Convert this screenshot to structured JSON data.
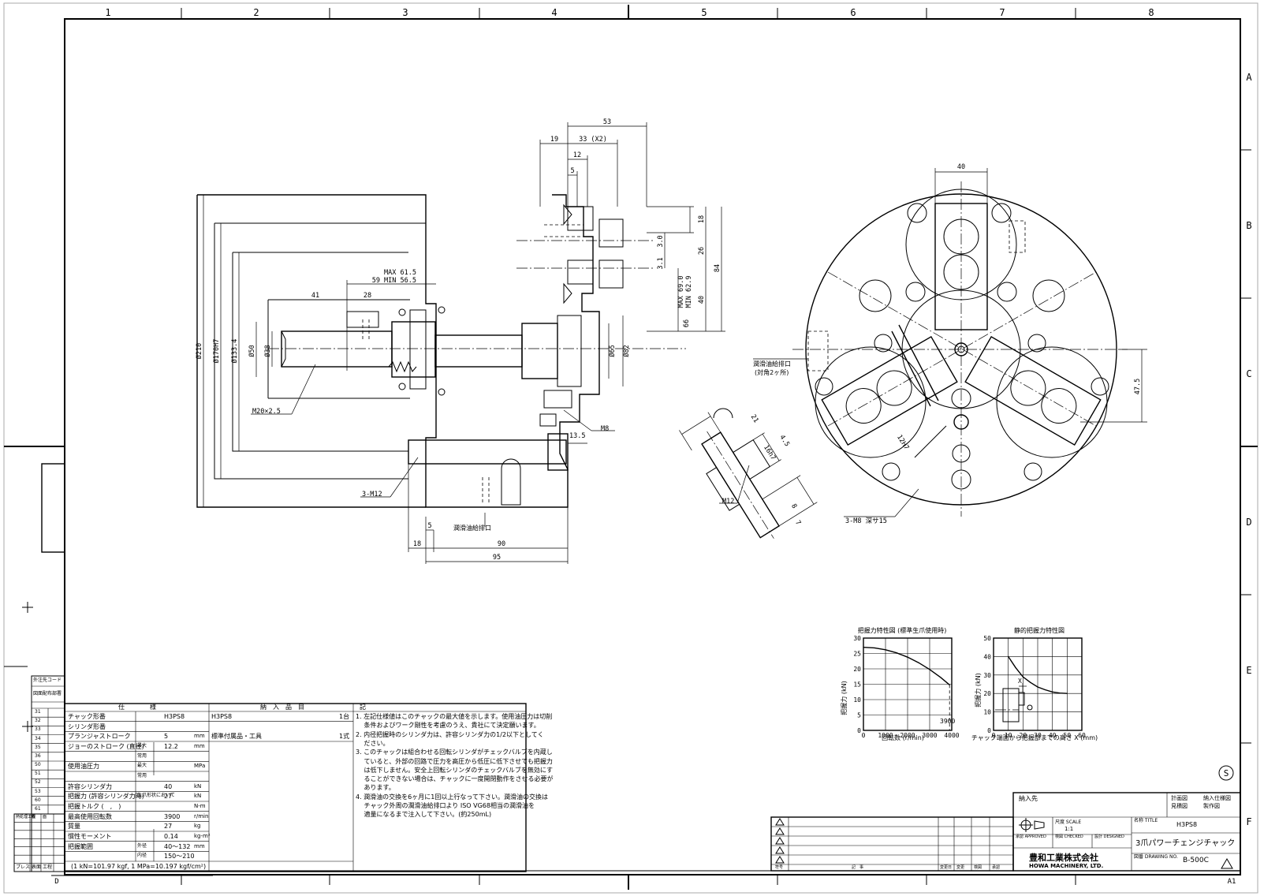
{
  "border": {
    "cols": [
      "1",
      "2",
      "3",
      "4",
      "5",
      "6",
      "7",
      "8"
    ],
    "rows": [
      "A",
      "B",
      "C",
      "D",
      "E",
      "F"
    ],
    "sheet_size": "A1",
    "corner_mark": "D"
  },
  "side_view": {
    "dims_top": [
      "53",
      "19",
      "33 (X2)",
      "12",
      "5"
    ],
    "dims_right": [
      "18",
      "26",
      "84",
      "3.0",
      "3.1",
      "MAX 69.0",
      "MIN 62.9",
      "40",
      "66"
    ],
    "dims_stroke": [
      "MAX 61.5",
      "59 MIN 56.5",
      "41",
      "28"
    ],
    "diameters": [
      "Ø210",
      "Ø170H7",
      "Ø133.4",
      "Ø50",
      "Ø38",
      "Ø65",
      "Ø82"
    ],
    "callouts": {
      "thread": "M20×2.5",
      "m8": "M8",
      "m12": "3-M12",
      "oil_port": "潤滑油給排口",
      "dim_13_5": "13.5"
    },
    "dims_bottom": [
      "5",
      "18",
      "90",
      "95"
    ]
  },
  "front_view": {
    "dim_40": "40",
    "dim_47_5": "47.5",
    "oil_port": "潤滑油給排口",
    "oil_port_note": "(対角2ヶ所)",
    "jaw_dims": [
      "21",
      "4.5",
      "16h7",
      "12H7",
      "8",
      "7"
    ],
    "m12": "M12",
    "m8_depth": "3-M8 深サ15"
  },
  "charts": {
    "chart1": {
      "title": "把握力特性図 (標準生爪使用時)",
      "ylabel": "把握力 (kN)",
      "xlabel": "回転数 (r/min)",
      "label_3900": "3900"
    },
    "chart2": {
      "title": "静的把握力特性図",
      "ylabel": "把握力 (kN)",
      "xlabel": "チャック端面から把握部までの高さ X (mm)",
      "label_x": "X"
    }
  },
  "chart_data": [
    {
      "type": "line",
      "title": "把握力特性図 (標準生爪使用時)",
      "xlabel": "回転数 (r/min)",
      "ylabel": "把握力 (kN)",
      "xlim": [
        0,
        4000
      ],
      "ylim": [
        0,
        30
      ],
      "xticks": [
        "0",
        "1000",
        "2000",
        "3000",
        "4000"
      ],
      "yticks": [
        "0",
        "5",
        "10",
        "15",
        "20",
        "25",
        "30"
      ],
      "grid": true,
      "x": [
        0,
        500,
        1000,
        1500,
        2000,
        2500,
        3000,
        3500,
        3900
      ],
      "y": [
        27,
        26.8,
        26.2,
        25.2,
        23.8,
        22,
        19.8,
        17.2,
        14.8
      ]
    },
    {
      "type": "line",
      "title": "静的把握力特性図",
      "xlabel": "チャック端面から把握部までの高さ X (mm)",
      "ylabel": "把握力 (kN)",
      "xlim": [
        0,
        60
      ],
      "ylim": [
        0,
        50
      ],
      "xticks": [
        "0",
        "10",
        "20",
        "30",
        "40",
        "50",
        "60"
      ],
      "yticks": [
        "0",
        "10",
        "20",
        "30",
        "40",
        "50"
      ],
      "grid": true,
      "x": [
        10,
        15,
        20,
        25,
        30,
        35,
        40,
        45,
        50
      ],
      "y": [
        40,
        34,
        29,
        26,
        23.5,
        22,
        20.8,
        20.2,
        20
      ]
    }
  ],
  "spec_table": {
    "header_spec": "仕　　　　様",
    "header_delivery": "納　入　品　目",
    "header_notes": "記",
    "rows": [
      {
        "label": "チャック形番",
        "sub": "",
        "value": "H3PS8",
        "unit": ""
      },
      {
        "label": "シリンダ形番",
        "sub": "",
        "value": "",
        "unit": ""
      },
      {
        "label": "プランジャストローク",
        "sub": "",
        "value": "5",
        "unit": "mm"
      },
      {
        "label": "ジョーのストローク (直径)",
        "sub": "最大",
        "value": "12.2",
        "unit": "mm"
      },
      {
        "label": "",
        "sub": "常用",
        "value": "",
        "unit": ""
      },
      {
        "label": "使用油圧力",
        "sub": "最大",
        "value": "",
        "unit": "MPa"
      },
      {
        "label": "",
        "sub": "常用",
        "value": "",
        "unit": ""
      },
      {
        "label": "許容シリンダ力",
        "sub": "",
        "value": "40",
        "unit": "kN"
      },
      {
        "label": "把握力 (許容シリンダ力時)",
        "sub": "生爪形状において",
        "value": "27",
        "unit": "kN"
      },
      {
        "label": "把握トルク (　,　)",
        "sub": "",
        "value": "",
        "unit": "N-m"
      },
      {
        "label": "最高使用回転数",
        "sub": "",
        "value": "3900",
        "unit": "r/min"
      },
      {
        "label": "質量",
        "sub": "",
        "value": "27",
        "unit": "kg"
      },
      {
        "label": "慣性モーメント",
        "sub": "",
        "value": "0.14",
        "unit": "kg-m²"
      },
      {
        "label": "把握範囲",
        "sub": "外径",
        "value": "40〜132",
        "unit": "mm"
      },
      {
        "label": "",
        "sub": "内径",
        "value": "150〜210",
        "unit": ""
      }
    ],
    "delivery": [
      {
        "item": "H3PS8",
        "qty": "1台"
      },
      {
        "item": "標準付属品・工具",
        "qty": "1式"
      }
    ],
    "footnote": "(1 kN=101.97 kgf, 1 MPa=10.197 kgf/cm²)",
    "notes": [
      "1. 左記仕様値はこのチャックの最大値を示します。使用油圧力は切削",
      "　 条件およびワーク剛性を考慮のうえ、貴社にて決定願います。",
      "2. 内径把握時のシリンダ力は、許容シリンダ力の1/2以下としてく",
      "　 ださい。",
      "3. このチャックは組合わせる回転シリンダがチェックバルブを内蔵し",
      "　 ていると、外部の回路で圧力を高圧から低圧に低下させても把握力",
      "　 は低下しません。安全上回転シリンダのチェックバルブを無効にす",
      "　 ることができない場合は、チャックに一度開閉動作をさせる必要が",
      "　 あります。",
      "4. 潤滑油の交換を6ヶ月に1回以上行なって下さい。潤滑油の交換は",
      "　 チャック外周の潤滑油給排口より ISO VG68相当の潤滑油を",
      "　 適量になるまで注入して下さい。(約250mL)"
    ]
  },
  "side_table": {
    "header": "外注先コード",
    "sub_header": "図面配布部署",
    "rows": [
      "31",
      "32",
      "33",
      "34",
      "35",
      "36",
      "50",
      "51",
      "52",
      "53",
      "60",
      "61"
    ],
    "col_b": [
      "",
      "",
      "",
      "",
      "",
      "",
      "",
      "",
      "",
      "",
      "",
      ""
    ],
    "bottom_rows": [
      {
        "a": "熱処理工程",
        "b": "表",
        "c": "面"
      },
      {
        "a": "",
        "b": "",
        "c": ""
      },
      {
        "a": "",
        "b": "",
        "c": ""
      },
      {
        "a": "",
        "b": "",
        "c": ""
      },
      {
        "a": "",
        "b": "",
        "c": ""
      },
      {
        "a": "",
        "b": "",
        "c": ""
      }
    ],
    "footer": "プレス",
    "footer_b": "表面",
    "footer_c": "工程"
  },
  "title_block": {
    "customer_label": "納入先",
    "check_items": [
      "計画図",
      "見積図",
      "納入仕様図",
      "製作図"
    ],
    "scale_label": "尺度 SCALE",
    "scale_value": "1:1",
    "approved": "承認 APPROVED",
    "checked": "検図 CHECKED",
    "designed": "設計 DESIGNED",
    "title_label": "名称 TITLE",
    "model": "H3PS8",
    "name": "3爪パワーチェンジチャック",
    "drawing_no_label": "図番 DRAWING NO.",
    "drawing_no": "B-500C",
    "company_jp": "豊和工業株式会社",
    "company_en": "HOWA MACHINERY, LTD.",
    "rev_col_labels": [
      "符号",
      "記　事",
      "変更日",
      "変更",
      "検図",
      "承認"
    ],
    "rev_rows": [
      "",
      "",
      "",
      "",
      ""
    ]
  }
}
